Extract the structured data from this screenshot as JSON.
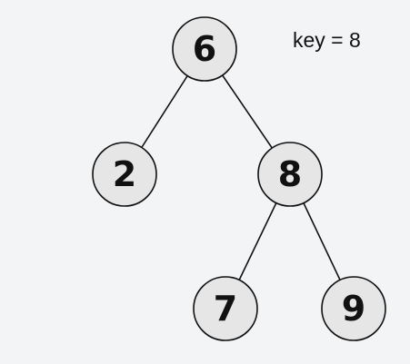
{
  "annotation": {
    "text": "key = 8"
  },
  "tree": {
    "nodes": [
      {
        "id": "n6",
        "label": "6"
      },
      {
        "id": "n2",
        "label": "2"
      },
      {
        "id": "n8",
        "label": "8"
      },
      {
        "id": "n7",
        "label": "7"
      },
      {
        "id": "n9",
        "label": "9"
      }
    ],
    "edges": [
      {
        "from": "n6",
        "to": "n2"
      },
      {
        "from": "n6",
        "to": "n8"
      },
      {
        "from": "n8",
        "to": "n7"
      },
      {
        "from": "n8",
        "to": "n9"
      }
    ]
  },
  "colors": {
    "background": "#f3f4f6",
    "node_fill": "#e6e6e6",
    "stroke": "#111111"
  }
}
